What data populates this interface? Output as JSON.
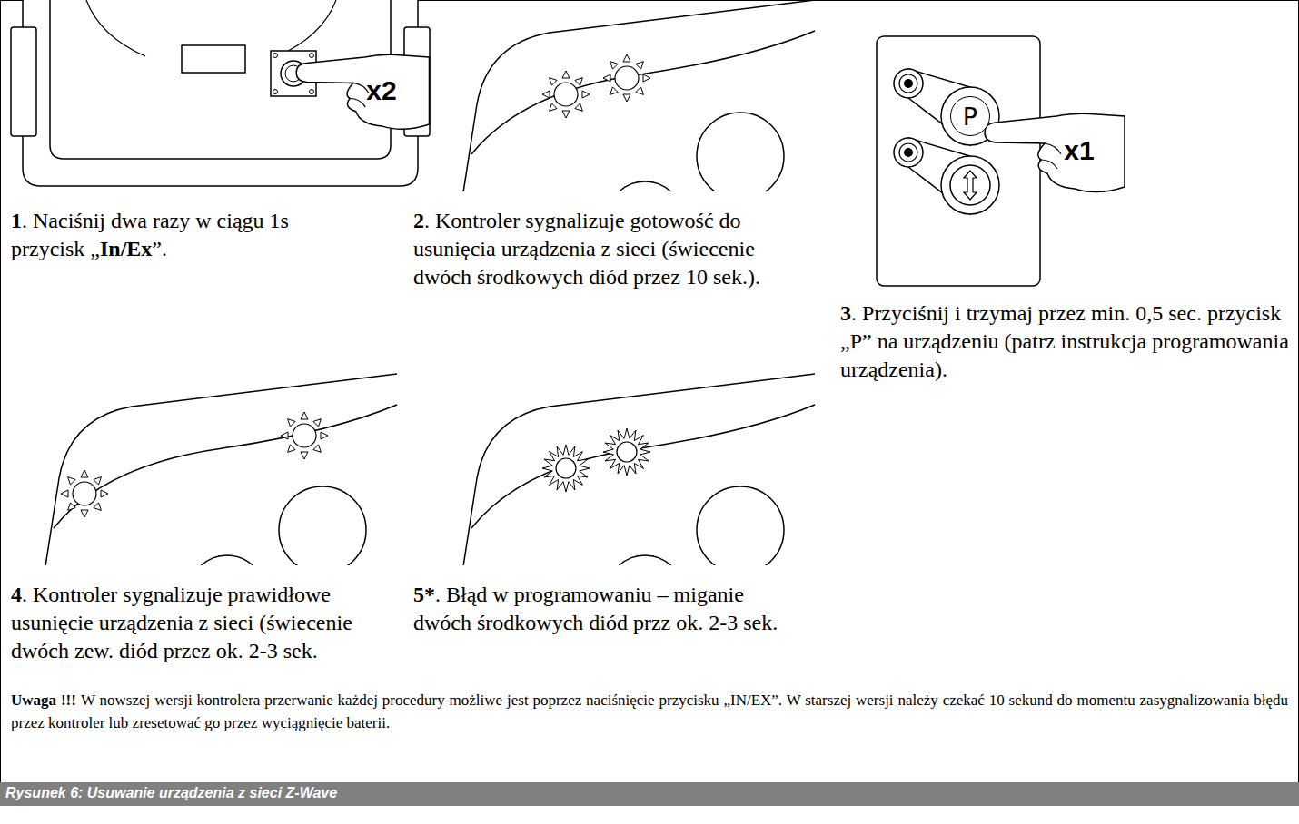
{
  "diagram": {
    "caption": "Rysunek 6: Usuwanie urządzenia z sieci Z-Wave",
    "nodes": [
      {
        "text": [
          "P"
        ]
      }
    ],
    "labels": [
      "x2",
      "1",
      ". Naciśnij dwa razy w ciągu 1s przycisk „",
      "In/Ex",
      "”.",
      "2",
      ". Kontroler sygnalizuje gotowość do usunięcia urządzenia z sieci (świecenie dwóch środkowych diód przez 10 sek.).",
      "x1",
      "3",
      ". Przyciśnij i trzymaj przez min. 0,5 sec. przycisk „P” na urządzeniu (patrz instrukcja programowania urządzenia).",
      "4",
      ". Kontroler sygnalizuje prawidłowe usunięcie urządzenia z sieci (świecenie dwóch zew. diód przez ok. 2-3 sek.",
      "5*",
      ". Błąd w programowaniu – miganie dwóch środkowych diód przz ok. 2-3 sek.",
      "Uwaga !!!",
      "W nowszej wersji kontrolera przerwanie każdej procedury możliwe jest poprzez naciśnięcie przycisku „IN/EX”. W starszej wersji należy czekać 10 sekund do momentu zasygnalizowania błędu przez kontroler lub zresetować go przez wyciągnięcie baterii."
    ]
  }
}
